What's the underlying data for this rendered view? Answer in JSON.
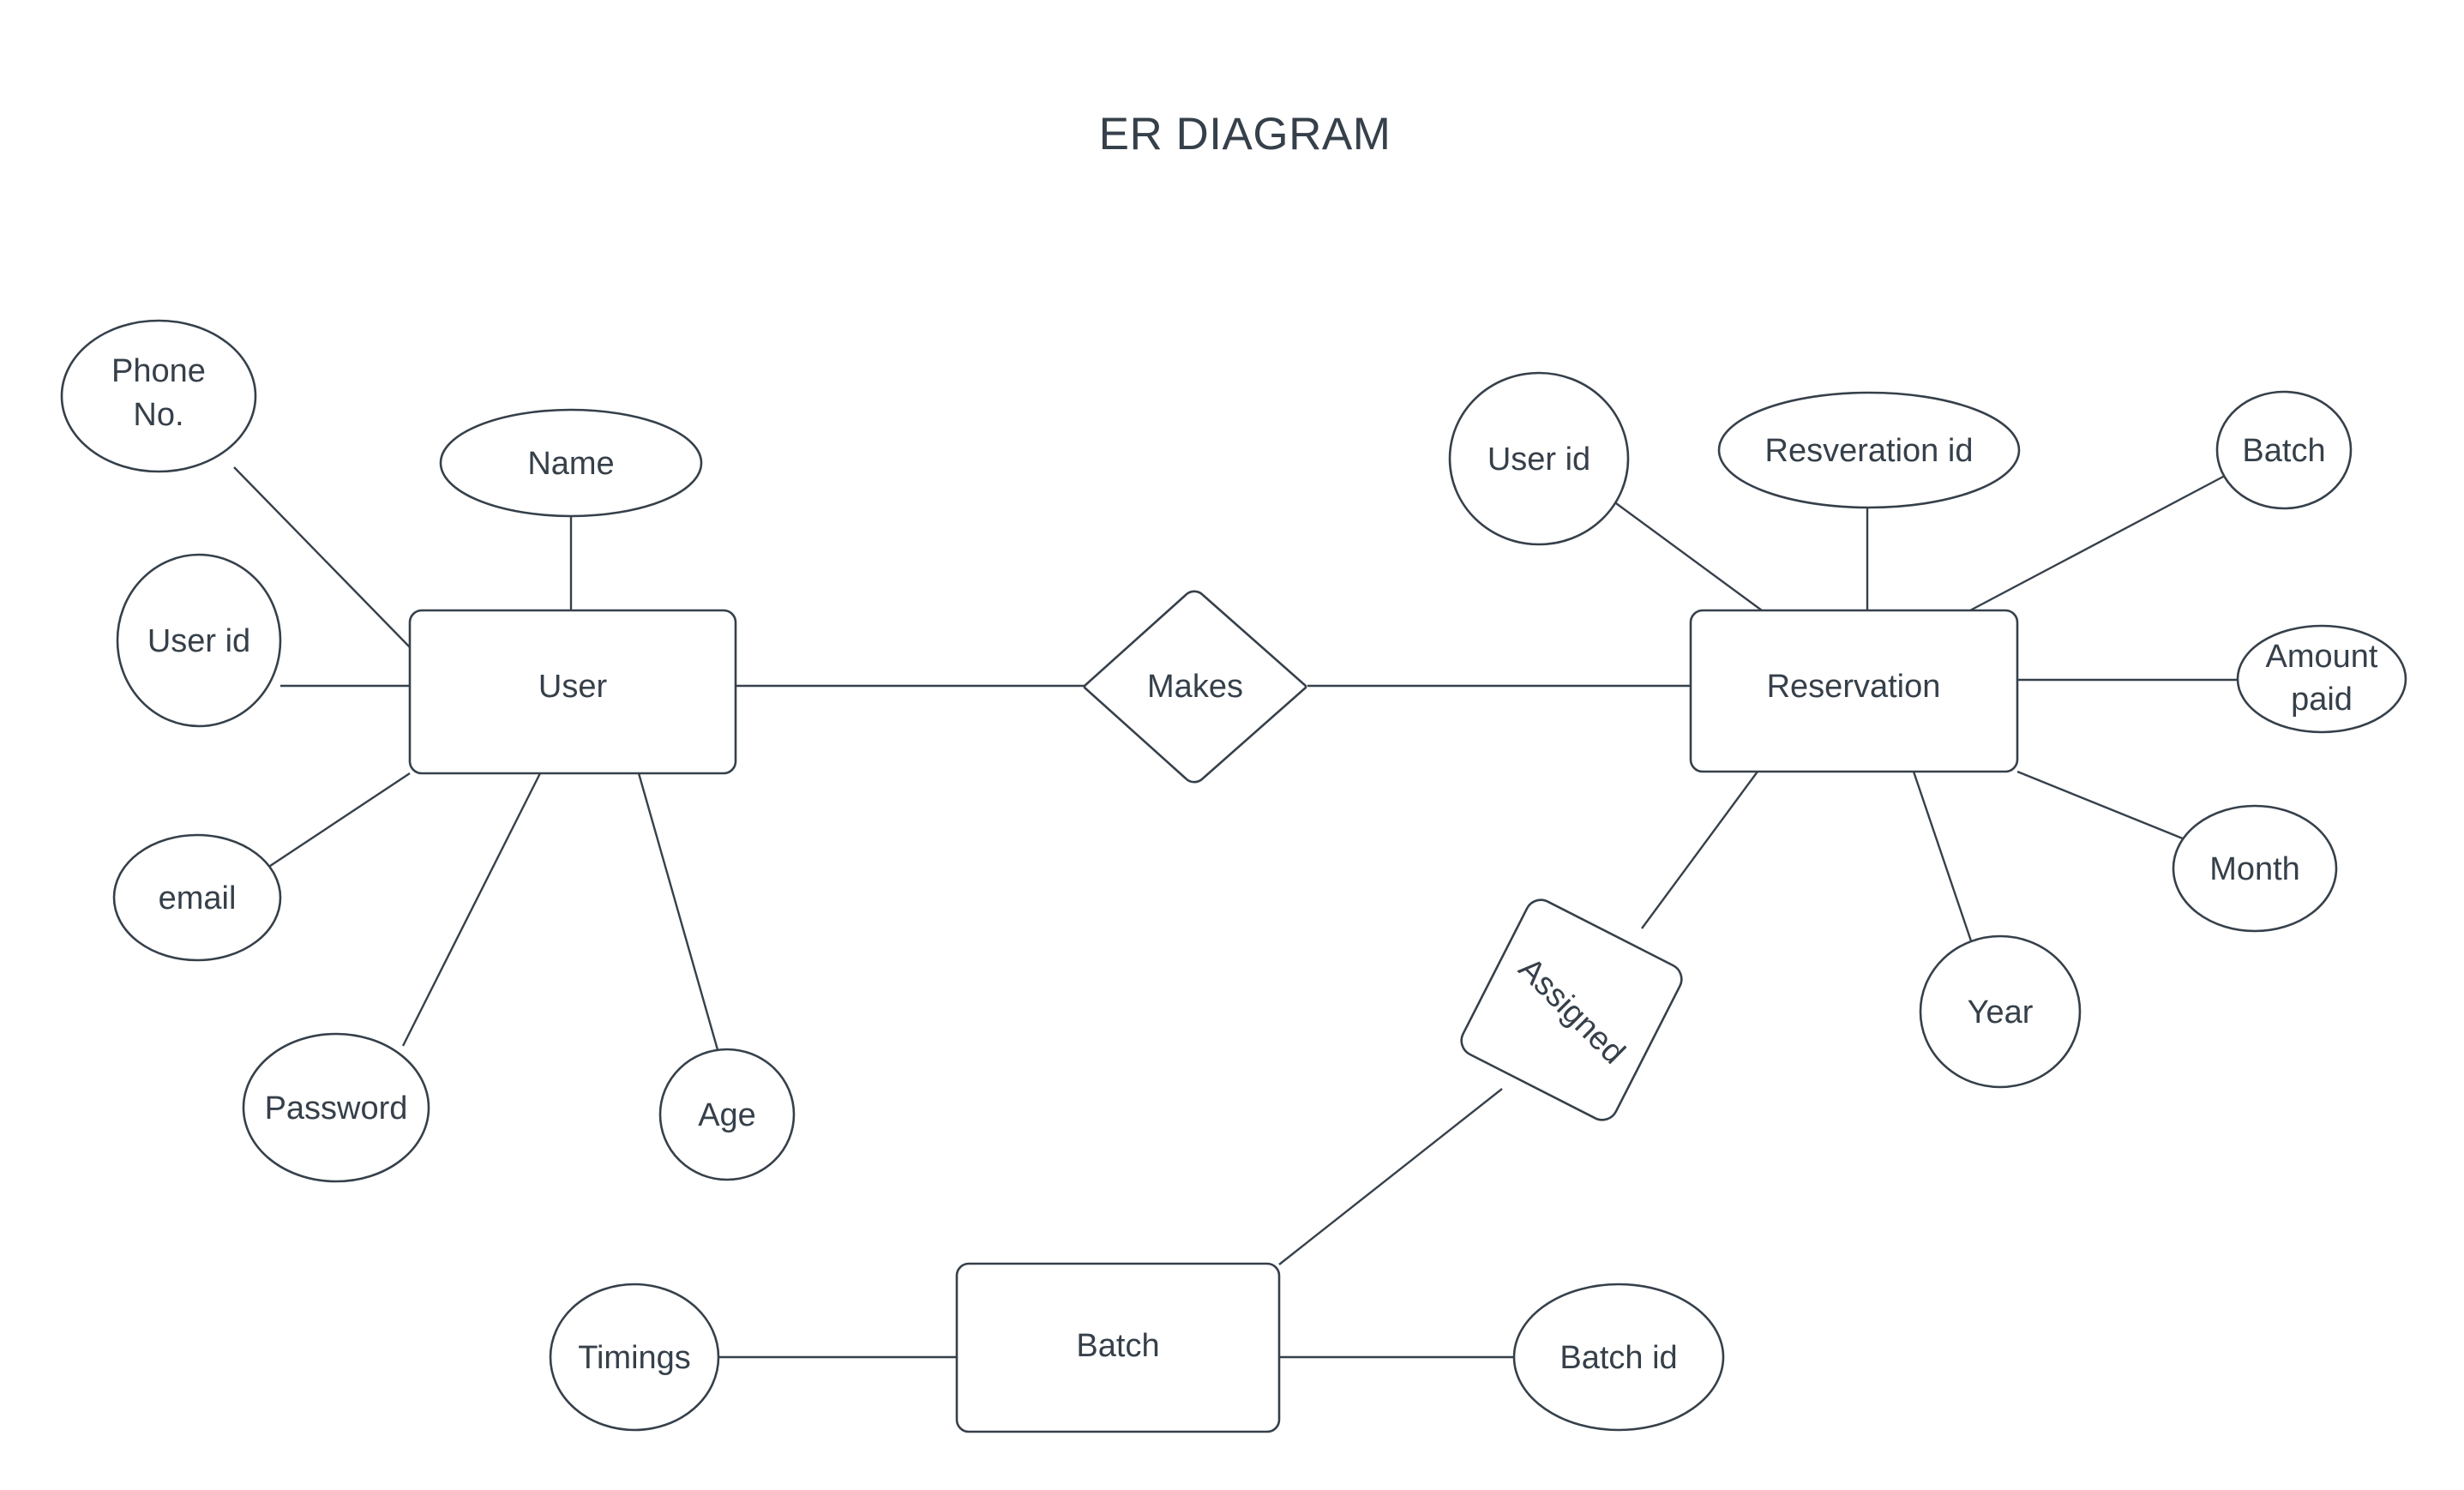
{
  "title": "ER DIAGRAM",
  "colors": {
    "stroke": "#36404a",
    "text": "#36404a",
    "background": "#ffffff",
    "shape_fill": "#ffffff"
  },
  "entities": [
    {
      "id": "user",
      "label": "User",
      "shape": "rectangle"
    },
    {
      "id": "reservation",
      "label": "Reservation",
      "shape": "rectangle"
    },
    {
      "id": "batch",
      "label": "Batch",
      "shape": "rectangle"
    }
  ],
  "relationships": [
    {
      "id": "makes",
      "label": "Makes",
      "shape": "diamond",
      "connects": [
        "user",
        "reservation"
      ]
    },
    {
      "id": "assigned",
      "label": "Assigned",
      "shape": "diamond",
      "connects": [
        "reservation",
        "batch"
      ]
    }
  ],
  "attributes": [
    {
      "id": "user-phone-no",
      "label": "Phone No.",
      "lines": [
        "Phone",
        "No."
      ],
      "shape": "ellipse",
      "owner": "user"
    },
    {
      "id": "user-name",
      "label": "Name",
      "lines": [
        "Name"
      ],
      "shape": "ellipse",
      "owner": "user"
    },
    {
      "id": "user-user-id",
      "label": "User id",
      "lines": [
        "User id"
      ],
      "shape": "ellipse",
      "owner": "user"
    },
    {
      "id": "user-email",
      "label": "email",
      "lines": [
        "email"
      ],
      "shape": "ellipse",
      "owner": "user"
    },
    {
      "id": "user-password",
      "label": "Password",
      "lines": [
        "Password"
      ],
      "shape": "ellipse",
      "owner": "user"
    },
    {
      "id": "user-age",
      "label": "Age",
      "lines": [
        "Age"
      ],
      "shape": "ellipse",
      "owner": "user"
    },
    {
      "id": "res-user-id",
      "label": "User id",
      "lines": [
        "User id"
      ],
      "shape": "ellipse",
      "owner": "reservation"
    },
    {
      "id": "res-reservation-id",
      "label": "Resveration id",
      "lines": [
        "Resveration id"
      ],
      "shape": "ellipse",
      "owner": "reservation"
    },
    {
      "id": "res-batch",
      "label": "Batch",
      "lines": [
        "Batch"
      ],
      "shape": "ellipse",
      "owner": "reservation"
    },
    {
      "id": "res-amount-paid",
      "label": "Amount paid",
      "lines": [
        "Amount",
        "paid"
      ],
      "shape": "ellipse",
      "owner": "reservation"
    },
    {
      "id": "res-month",
      "label": "Month",
      "lines": [
        "Month"
      ],
      "shape": "ellipse",
      "owner": "reservation"
    },
    {
      "id": "res-year",
      "label": "Year",
      "lines": [
        "Year"
      ],
      "shape": "ellipse",
      "owner": "reservation"
    },
    {
      "id": "batch-timings",
      "label": "Timings",
      "lines": [
        "Timings"
      ],
      "shape": "ellipse",
      "owner": "batch"
    },
    {
      "id": "batch-batch-id",
      "label": "Batch id",
      "lines": [
        "Batch id"
      ],
      "shape": "ellipse",
      "owner": "batch"
    }
  ],
  "labels": {
    "title": "ER DIAGRAM",
    "user": "User",
    "reservation": "Reservation",
    "batch_entity": "Batch",
    "makes": "Makes",
    "assigned": "Assigned",
    "phone_line1": "Phone",
    "phone_line2": "No.",
    "name": "Name",
    "user_id_left": "User id",
    "email": "email",
    "password": "Password",
    "age": "Age",
    "res_user_id": "User id",
    "reservation_id": "Resveration id",
    "batch_attr": "Batch",
    "amount_line1": "Amount",
    "amount_line2": "paid",
    "month": "Month",
    "year": "Year",
    "timings": "Timings",
    "batch_id": "Batch id"
  }
}
